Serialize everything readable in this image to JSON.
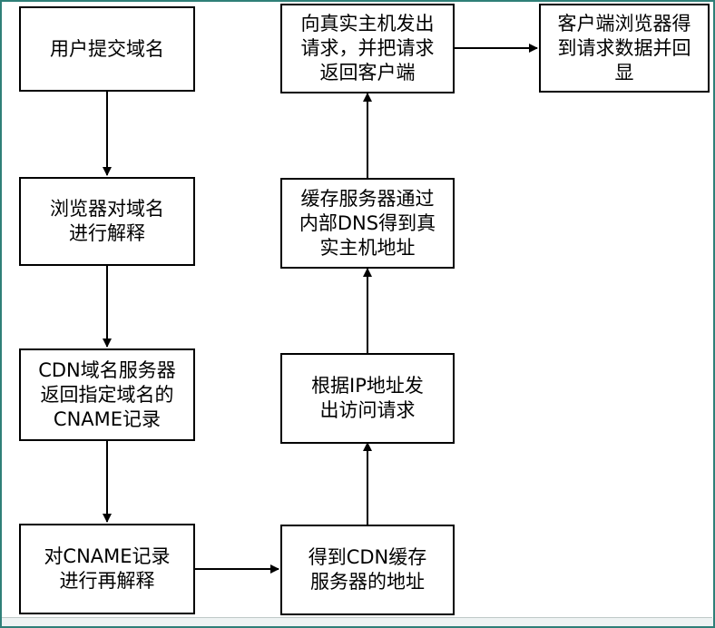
{
  "diagram": {
    "steps": {
      "submit": "用户提交域名",
      "parse": "浏览器对域名\n进行解释",
      "cname": "CDN域名服务器\n返回指定域名的\nCNAME记录",
      "reparse": "对CNAME记录\n进行再解释",
      "get_cache": "得到CDN缓存\n服务器的地址",
      "request_ip": "根据IP地址发\n出访问请求",
      "dns": "缓存服务器通过\n内部DNS得到真\n实主机地址",
      "forward": "向真实主机发出\n请求，并把请求\n返回客户端",
      "display": "客户端浏览器得\n到请求数据并回\n显"
    },
    "colors": {
      "frame": "#2f7f78",
      "line": "#000000",
      "box_fill": "#ffffff"
    }
  }
}
